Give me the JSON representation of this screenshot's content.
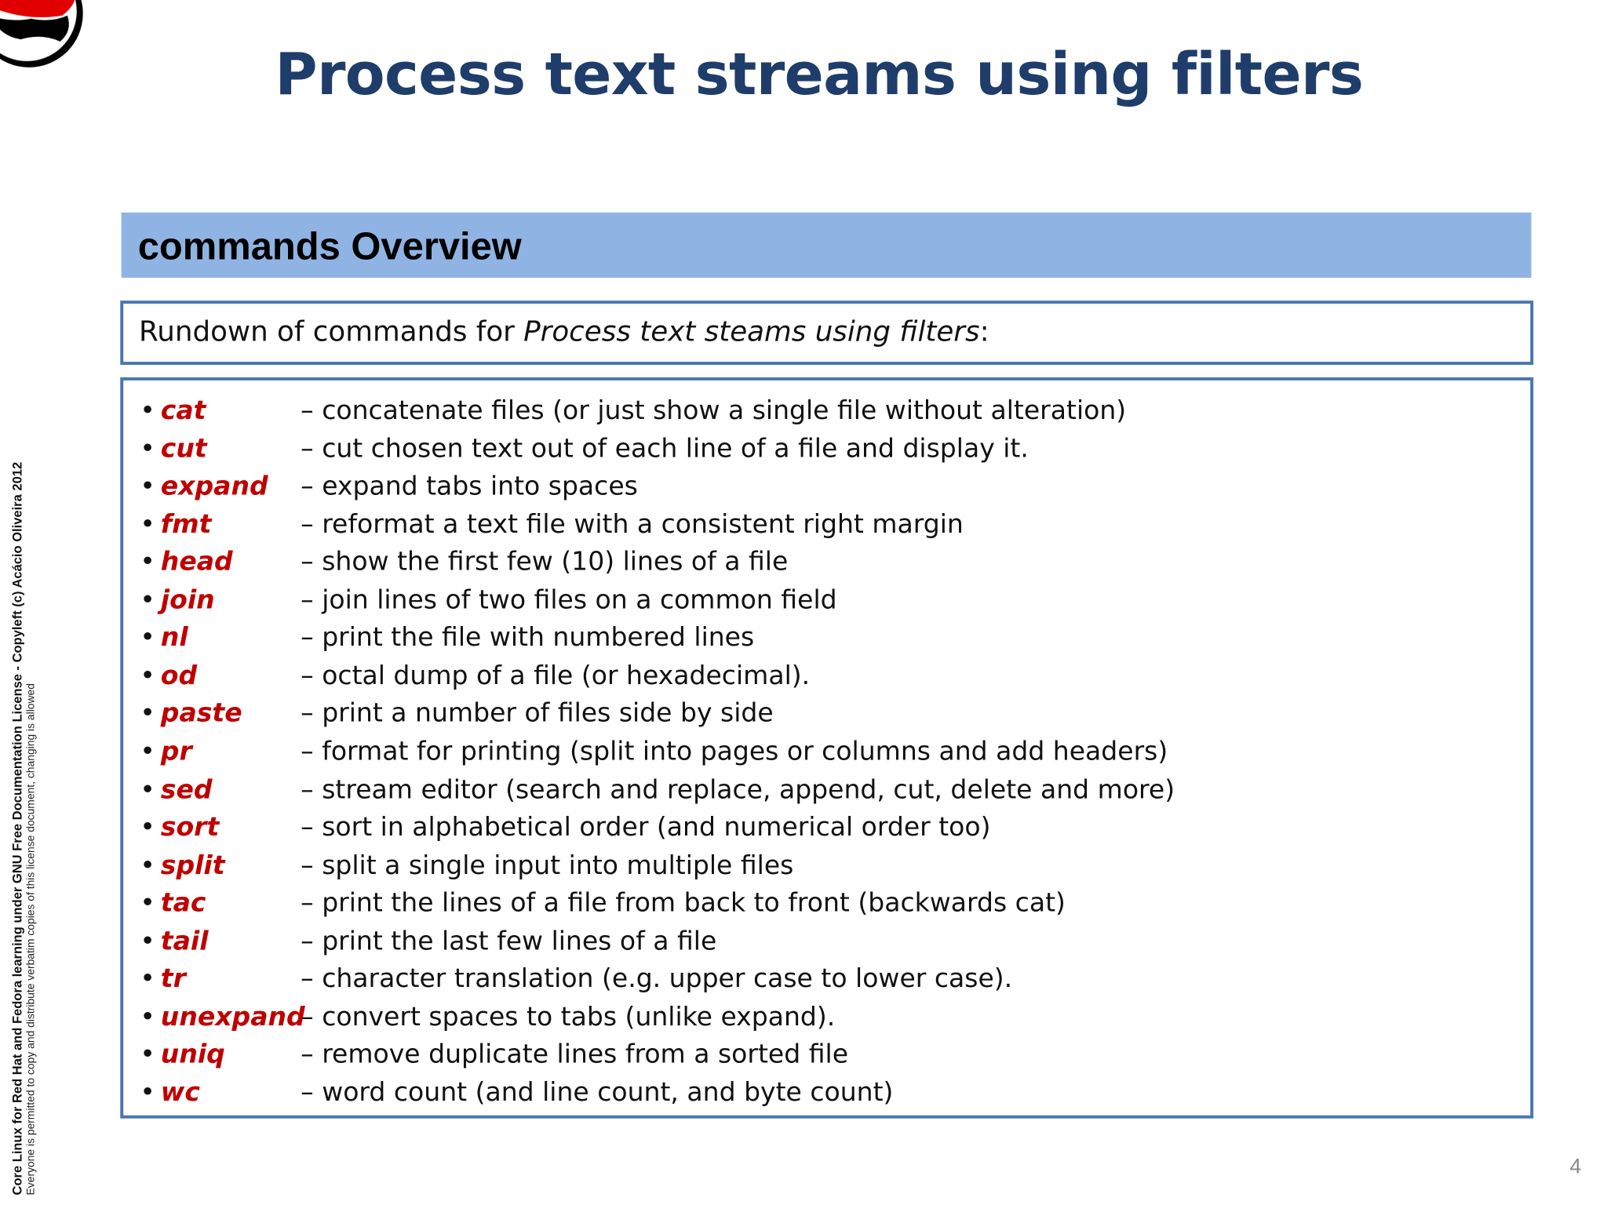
{
  "logo": {
    "icon": "red-hat-shadowman-logo",
    "color": "#e00000"
  },
  "title": "Process text streams using filters",
  "section_header": "commands Overview",
  "intro": {
    "prefix": "Rundown of commands for ",
    "italic": "Process text steams using filters",
    "suffix": ":"
  },
  "commands": [
    {
      "name": "cat",
      "desc": "– concatenate files (or just show a single file without alteration)"
    },
    {
      "name": "cut",
      "desc": "– cut chosen text out of each line of a file and display it."
    },
    {
      "name": "expand",
      "desc": "– expand tabs into spaces"
    },
    {
      "name": "fmt",
      "desc": "– reformat a text file with a consistent right margin"
    },
    {
      "name": "head",
      "desc": "– show the first few (10) lines of a file"
    },
    {
      "name": "join",
      "desc": "– join lines of two files on a common field"
    },
    {
      "name": "nl",
      "desc": "– print the file with numbered lines"
    },
    {
      "name": "od",
      "desc": "– octal dump of a file (or hexadecimal)."
    },
    {
      "name": "paste",
      "desc": "– print a number of files side by side"
    },
    {
      "name": "pr",
      "desc": "– format for printing (split into pages or columns and add headers)"
    },
    {
      "name": "sed",
      "desc": "– stream editor (search and replace, append, cut, delete and more)"
    },
    {
      "name": "sort",
      "desc": "– sort in alphabetical order (and numerical order too)"
    },
    {
      "name": "split",
      "desc": "– split a single input into multiple files"
    },
    {
      "name": "tac",
      "desc": "– print the lines of a file from back to front (backwards cat)"
    },
    {
      "name": "tail",
      "desc": "– print the last few lines of a file"
    },
    {
      "name": "tr",
      "desc": "– character translation (e.g. upper case to lower case)."
    },
    {
      "name": "unexpand",
      "desc": "– convert spaces to tabs (unlike expand)."
    },
    {
      "name": "uniq",
      "desc": "– remove duplicate lines from a sorted file"
    },
    {
      "name": "wc",
      "desc": "– word count (and line count, and byte count)"
    }
  ],
  "bullet": "•",
  "footer": {
    "line1": "Core Linux for Red Hat and Fedora learning under GNU Free Documentation License  - Copyleft (c) Acácio Oliveira 2012",
    "line2": "Everyone is permitted to copy and distribute verbatim copies of this license document, changing is allowed"
  },
  "page_number": "4",
  "colors": {
    "title": "#1f3d6b",
    "band": "#8fb4e3",
    "border": "#4a76b0",
    "command": "#c00000"
  }
}
